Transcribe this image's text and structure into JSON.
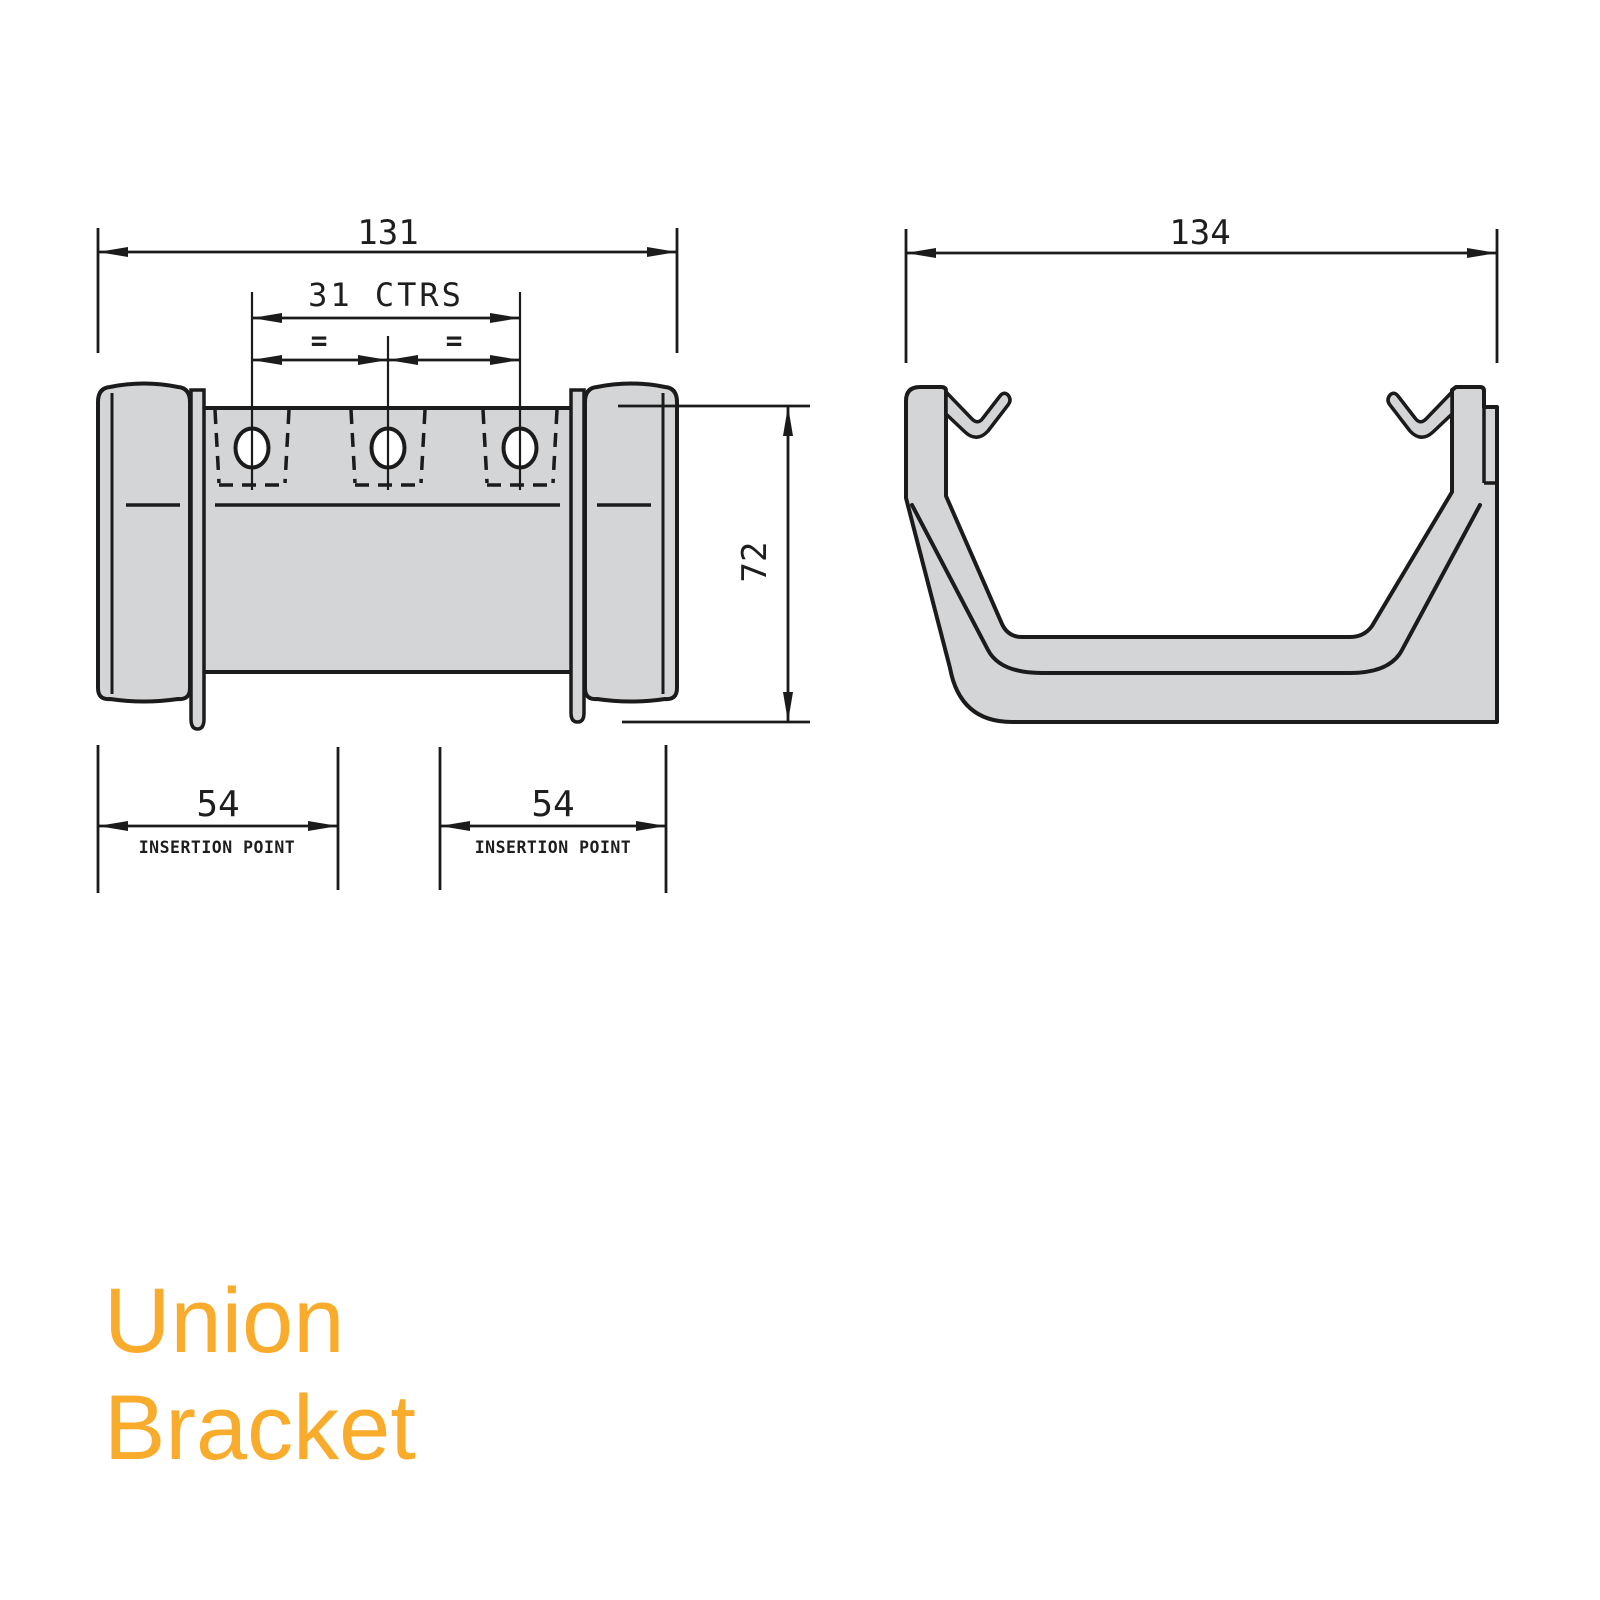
{
  "title": {
    "line1": "Union",
    "line2": "Bracket"
  },
  "colors": {
    "accent": "#F9AB2B",
    "line": "#1b1b1b",
    "fill": "#d4d5d7"
  },
  "front_view": {
    "dim_overall": "131",
    "dim_centres": "31 CTRS",
    "equal": "=",
    "dim_height": "72",
    "dim_insertion": "54",
    "insertion_label": "INSERTION POINT"
  },
  "section_view": {
    "dim_overall": "134"
  }
}
